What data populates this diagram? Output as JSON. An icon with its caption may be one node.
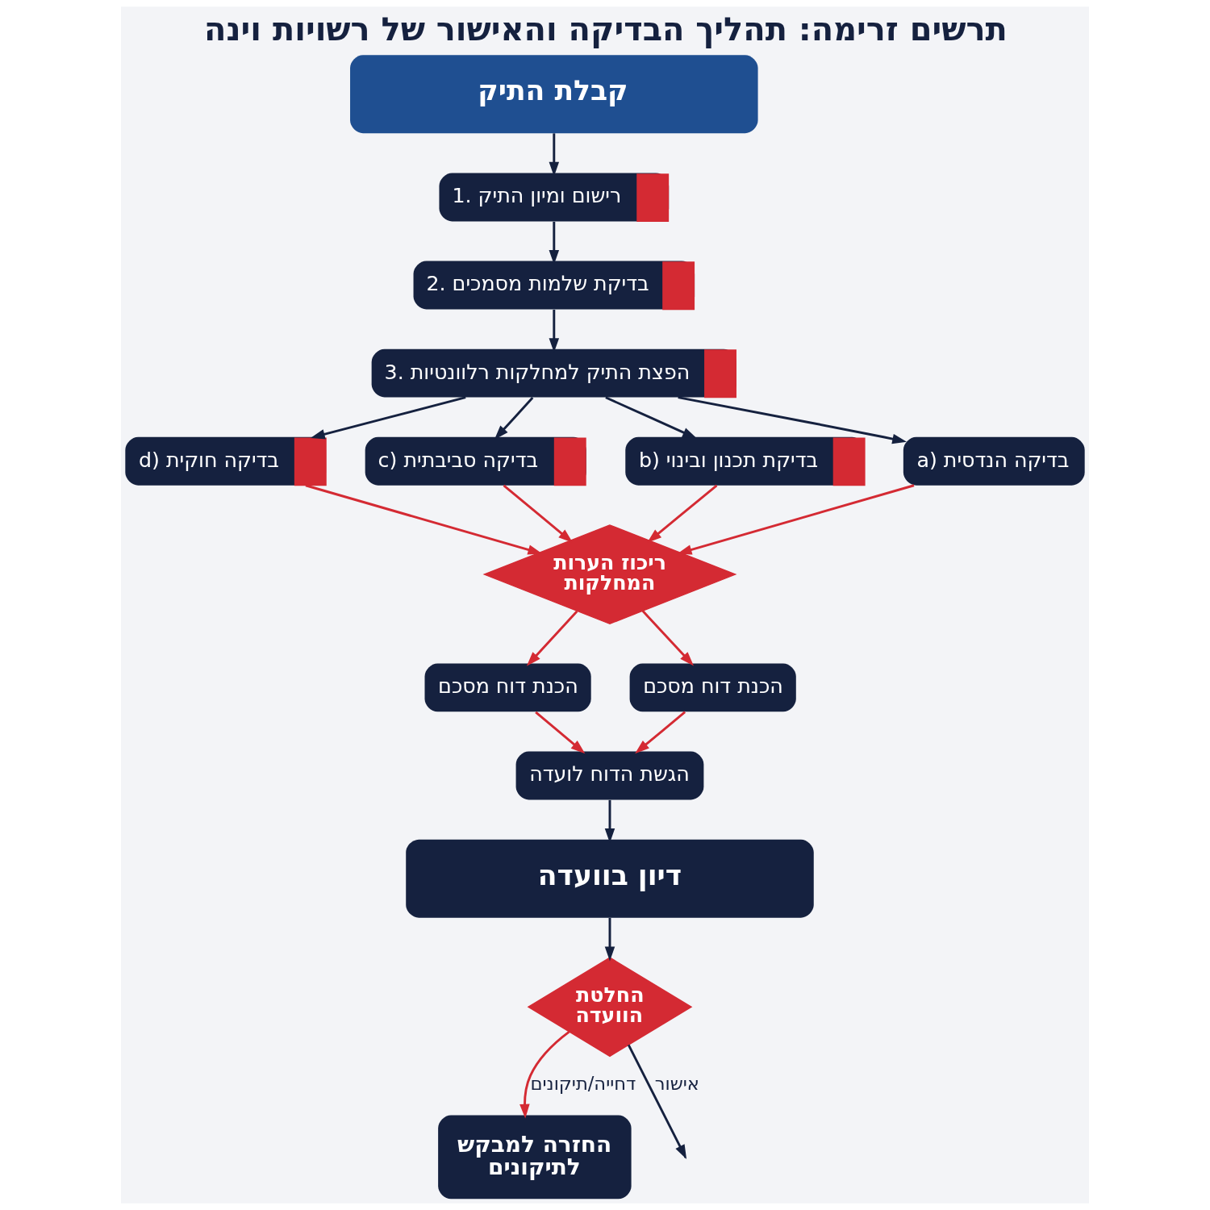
{
  "diagram": {
    "title": "תרשים זרימה: תהליך הבדיקה והאישור של רשויות וינה",
    "nodes": [
      {
        "text": [
          "קבלת התיק"
        ]
      },
      {
        "text": [
          "1. רישום ומיון התיק"
        ]
      },
      {
        "text": [
          "2. בדיקת שלמות מסמכים"
        ]
      },
      {
        "text": [
          "3. הפצת התיק למחלקות רלוונטיות"
        ]
      },
      {
        "text": [
          "a) בדיקה הנדסית"
        ]
      },
      {
        "text": [
          "b) בדיקת תכנון ובינוי"
        ]
      },
      {
        "text": [
          "c) בדיקה סביבתית"
        ]
      },
      {
        "text": [
          "d) בדיקה חוקית"
        ]
      },
      {
        "text": [
          "ריכוז הערות המחלקות"
        ]
      },
      {
        "text": [
          "הכנת דוח מסכם"
        ]
      },
      {
        "text": [
          "הכנת דוח מסכם"
        ]
      },
      {
        "text": [
          "הגשת הדוח לועדה"
        ]
      },
      {
        "text": [
          "דיון בוועדה"
        ]
      },
      {
        "text": [
          "החלטת הוועדה"
        ]
      },
      {
        "text": [
          "החזרה למבקש לתיקונים"
        ]
      }
    ],
    "edges": [
      {
        "from": 0,
        "to": 1,
        "arrow": "to"
      },
      {
        "from": 1,
        "to": 2,
        "arrow": "to"
      },
      {
        "from": 2,
        "to": 3,
        "arrow": "to"
      },
      {
        "from": 3,
        "to": 7,
        "arrow": "to"
      },
      {
        "from": 3,
        "to": 6,
        "arrow": "to"
      },
      {
        "from": 3,
        "to": 5,
        "arrow": "to"
      },
      {
        "from": 3,
        "to": 4,
        "arrow": "to"
      },
      {
        "from": 7,
        "to": 8,
        "arrow": "to",
        "color": "#d42a33"
      },
      {
        "from": 6,
        "to": 8,
        "arrow": "to",
        "color": "#d42a33"
      },
      {
        "from": 5,
        "to": 8,
        "arrow": "to",
        "color": "#d42a33"
      },
      {
        "from": 4,
        "to": 8,
        "arrow": "to",
        "color": "#d42a33"
      },
      {
        "from": 8,
        "to": 10,
        "arrow": "to",
        "color": "#d42a33"
      },
      {
        "from": 8,
        "to": 9,
        "arrow": "to",
        "color": "#d42a33"
      },
      {
        "from": 10,
        "to": 11,
        "arrow": "to",
        "color": "#d42a33"
      },
      {
        "from": 9,
        "to": 11,
        "arrow": "to",
        "color": "#d42a33"
      },
      {
        "from": 11,
        "to": 12,
        "arrow": "to"
      },
      {
        "from": 12,
        "to": 13,
        "arrow": "to"
      },
      {
        "from": 13,
        "to": 14,
        "arrow": "to",
        "label": "דחייה/תיקונים",
        "color": "#d42a33"
      },
      {
        "from": 13,
        "to": null,
        "arrow": "to",
        "label": "אישור"
      }
    ]
  }
}
